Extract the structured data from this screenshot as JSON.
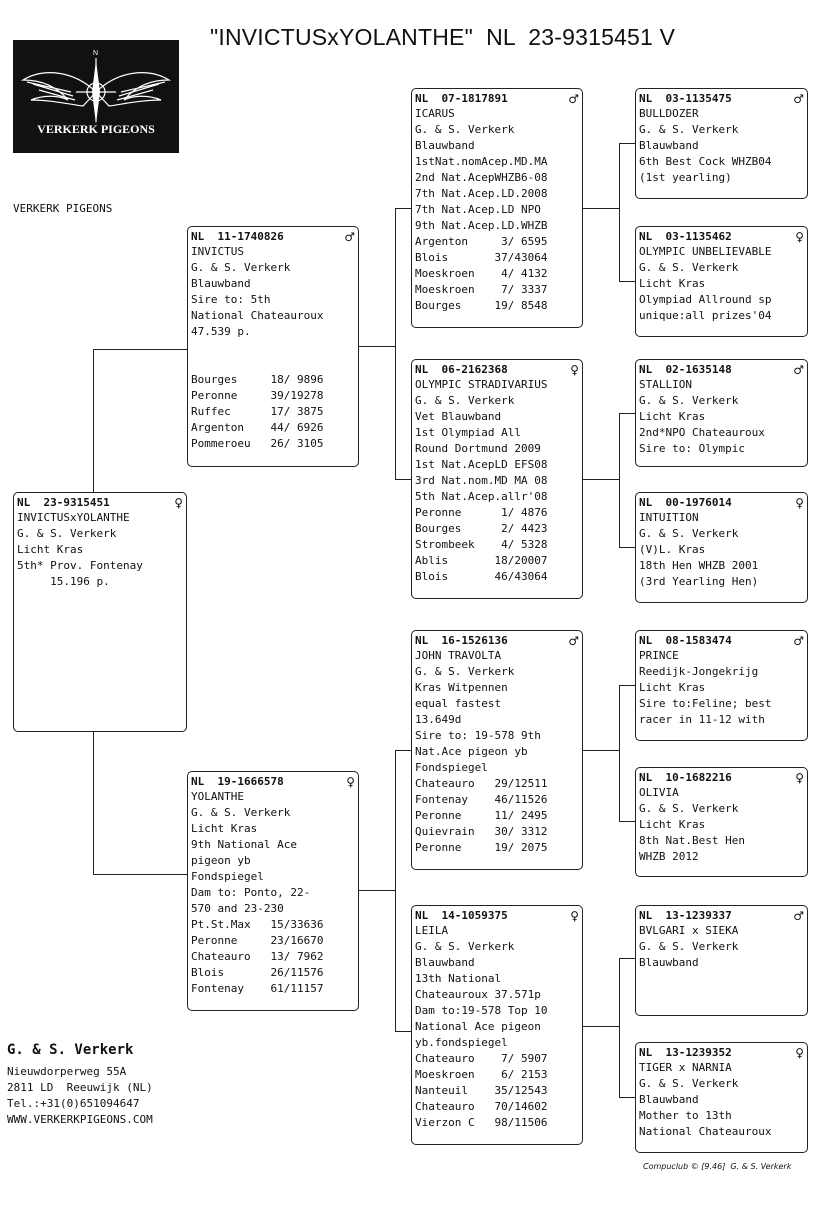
{
  "title": "\"INVICTUSxYOLANTHE\"  NL  23-9315451 V",
  "logo": {
    "text": "VERKERK PIGEONS",
    "compass_letter": "N"
  },
  "breeder_top": "VERKERK PIGEONS",
  "contact": {
    "name": "G. & S. Verkerk",
    "lines": [
      "Nieuwdorperweg 55A",
      "2811 LD  Reeuwijk (NL)",
      "Tel.:+31(0)651094647",
      "WWW.VERKERKPIGEONS.COM"
    ]
  },
  "footer": "Compuclub © [9.46]  G. & S. Verkerk",
  "pigeons": {
    "main": {
      "ring": "NL  23-9315451",
      "sex": "♀",
      "lines": [
        "INVICTUSxYOLANTHE",
        "G. & S. Verkerk",
        "Licht Kras",
        "5th* Prov. Fontenay",
        "     15.196 p."
      ]
    },
    "sire": {
      "ring": "NL  11-1740826",
      "sex": "♂",
      "lines": [
        "INVICTUS",
        "G. & S. Verkerk",
        "Blauwband",
        "Sire to: 5th",
        "National Chateauroux",
        "47.539 p.",
        "",
        "",
        "Bourges     18/ 9896",
        "Peronne     39/19278",
        "Ruffec      17/ 3875",
        "Argenton    44/ 6926",
        "Pommeroeu   26/ 3105"
      ]
    },
    "dam": {
      "ring": "NL  19-1666578",
      "sex": "♀",
      "lines": [
        "YOLANTHE",
        "G. & S. Verkerk",
        "Licht Kras",
        "9th National Ace",
        "pigeon yb",
        "Fondspiegel",
        "Dam to: Ponto, 22-",
        "570 and 23-230",
        "Pt.St.Max   15/33636",
        "Peronne     23/16670",
        "Chateauro   13/ 7962",
        "Blois       26/11576",
        "Fontenay    61/11157"
      ]
    },
    "ss": {
      "ring": "NL  07-1817891",
      "sex": "♂",
      "lines": [
        "ICARUS",
        "G. & S. Verkerk",
        "Blauwband",
        "1stNat.nomAcep.MD.MA",
        "2nd Nat.AcepWHZB6-08",
        "7th Nat.Acep.LD.2008",
        "7th Nat.Acep.LD NPO",
        "9th Nat.Acep.LD.WHZB",
        "Argenton     3/ 6595",
        "Blois       37/43064",
        "Moeskroen    4/ 4132",
        "Moeskroen    7/ 3337",
        "Bourges     19/ 8548"
      ]
    },
    "sd": {
      "ring": "NL  06-2162368",
      "sex": "♀",
      "lines": [
        "OLYMPIC STRADIVARIUS",
        "G. & S. Verkerk",
        "Vet Blauwband",
        "1st Olympiad All",
        "Round Dortmund 2009",
        "1st Nat.AcepLD EFS08",
        "3rd Nat.nom.MD MA 08",
        "5th Nat.Acep.allr'08",
        "Peronne      1/ 4876",
        "Bourges      2/ 4423",
        "Strombeek    4/ 5328",
        "Ablis       18/20007",
        "Blois       46/43064"
      ]
    },
    "ds": {
      "ring": "NL  16-1526136",
      "sex": "♂",
      "lines": [
        "JOHN TRAVOLTA",
        "G. & S. Verkerk",
        "Kras Witpennen",
        "equal fastest",
        "13.649d",
        "Sire to: 19-578 9th",
        "Nat.Ace pigeon yb",
        "Fondspiegel",
        "Chateauro   29/12511",
        "Fontenay    46/11526",
        "Peronne     11/ 2495",
        "Quievrain   30/ 3312",
        "Peronne     19/ 2075"
      ]
    },
    "dd": {
      "ring": "NL  14-1059375",
      "sex": "♀",
      "lines": [
        "LEILA",
        "G. & S. Verkerk",
        "Blauwband",
        "13th National",
        "Chateauroux 37.571p",
        "Dam to:19-578 Top 10",
        "National Ace pigeon",
        "yb.fondspiegel",
        "Chateauro    7/ 5907",
        "Moeskroen    6/ 2153",
        "Nanteuil    35/12543",
        "Chateauro   70/14602",
        "Vierzon C   98/11506"
      ]
    },
    "sss": {
      "ring": "NL  03-1135475",
      "sex": "♂",
      "lines": [
        "BULLDOZER",
        "G. & S. Verkerk",
        "Blauwband",
        "6th Best Cock WHZB04",
        "(1st yearling)"
      ]
    },
    "ssd": {
      "ring": "NL  03-1135462",
      "sex": "♀",
      "lines": [
        "OLYMPIC UNBELIEVABLE",
        "G. & S. Verkerk",
        "Licht Kras",
        "Olympiad Allround sp",
        "unique:all prizes'04"
      ]
    },
    "sds": {
      "ring": "NL  02-1635148",
      "sex": "♂",
      "lines": [
        "STALLION",
        "G. & S. Verkerk",
        "Licht Kras",
        "2nd*NPO Chateauroux",
        "Sire to: Olympic"
      ]
    },
    "sdd": {
      "ring": "NL  00-1976014",
      "sex": "♀",
      "lines": [
        "INTUITION",
        "G. & S. Verkerk",
        "(V)L. Kras",
        "18th Hen WHZB 2001",
        "(3rd Yearling Hen)"
      ]
    },
    "dss": {
      "ring": "NL  08-1583474",
      "sex": "♂",
      "lines": [
        "PRINCE",
        "Reedijk-Jongekrijg",
        "Licht Kras",
        "Sire to:Feline; best",
        "racer in 11-12 with"
      ]
    },
    "dsd": {
      "ring": "NL  10-1682216",
      "sex": "♀",
      "lines": [
        "OLIVIA",
        "G. & S. Verkerk",
        "Licht Kras",
        "8th Nat.Best Hen",
        "WHZB 2012"
      ]
    },
    "dds": {
      "ring": "NL  13-1239337",
      "sex": "♂",
      "lines": [
        "BVLGARI x SIEKA",
        "G. & S. Verkerk",
        "Blauwband"
      ]
    },
    "ddd": {
      "ring": "NL  13-1239352",
      "sex": "♀",
      "lines": [
        "TIGER x NARNIA",
        "G. & S. Verkerk",
        "Blauwband",
        "Mother to 13th",
        "National Chateauroux"
      ]
    }
  }
}
